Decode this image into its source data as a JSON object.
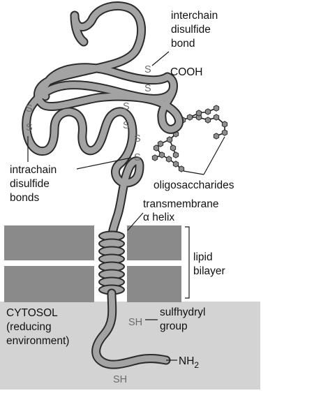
{
  "labels": {
    "interchain": [
      "interchain",
      "disulfide",
      "bond"
    ],
    "cooh": "COOH",
    "intrachain": [
      "intrachain",
      "disulfide",
      "bonds"
    ],
    "oligosaccharides": "oligosaccharides",
    "transmembrane": [
      "transmembrane",
      "α helix"
    ],
    "lipid_bilayer": [
      "lipid",
      "bilayer"
    ],
    "cytosol": [
      "CYTOSOL",
      "(reducing",
      "environment)"
    ],
    "sulfhydryl": [
      "sulfhydryl",
      "group"
    ],
    "nh2": "NH",
    "nh2_subscript": "2"
  },
  "symbols": {
    "sulfur": "S",
    "sulfhydryl": "SH"
  },
  "colors": {
    "chain_fill": "#a3a3a3",
    "chain_outline": "#2b2b2b",
    "bilayer": "#8a8a8a",
    "cytosol": "#d3d3d3",
    "sugar": "#8f8f8f"
  }
}
